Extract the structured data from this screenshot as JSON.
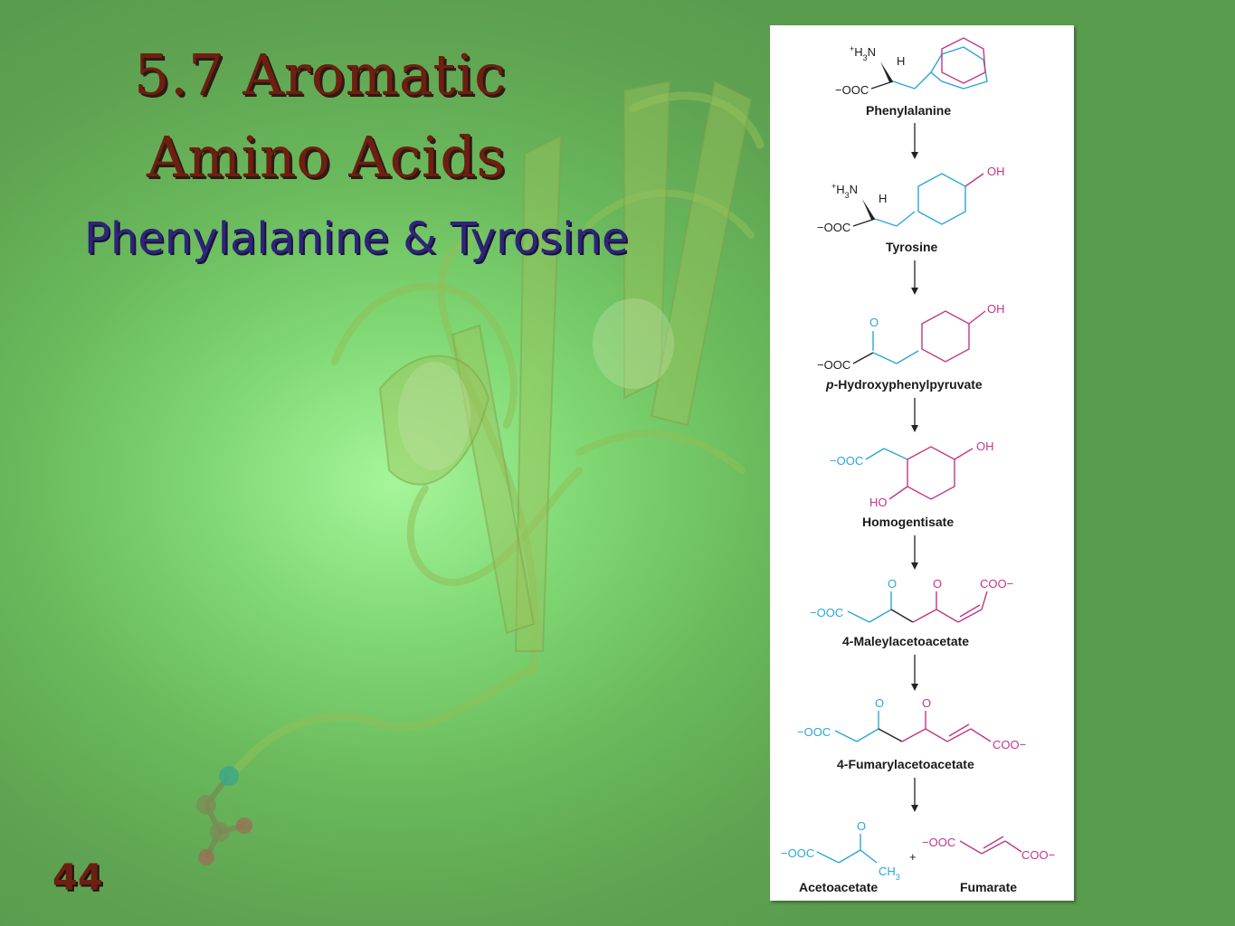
{
  "slide": {
    "title_line1": "5.7 Aromatic",
    "title_line2": "Amino Acids",
    "subtitle": "Phenylalanine & Tyrosine",
    "number": "44"
  },
  "pathway": {
    "compounds": [
      {
        "name": "Phenylalanine"
      },
      {
        "name": "Tyrosine"
      },
      {
        "name_prefix": "p",
        "name_rest": "-Hydroxyphenylpyruvate"
      },
      {
        "name": "Homogentisate"
      },
      {
        "name": "4-Maleylacetoacetate"
      },
      {
        "name": "4-Fumarylacetoacetate"
      }
    ],
    "products": [
      {
        "name": "Acetoacetate"
      },
      {
        "name": "Fumarate"
      }
    ],
    "plus": "+",
    "groups": {
      "h3n_sup": "+",
      "h3n": "H",
      "h3n_sub": "3",
      "n": "N",
      "h": "H",
      "ooc": "−OOC",
      "oh": "OH",
      "ho": "HO",
      "o": "O",
      "coo": "COO−",
      "ch": "CH",
      "ch_sub": "3"
    },
    "colors": {
      "blue": "#2aa6d8",
      "magenta": "#c0368a"
    }
  }
}
